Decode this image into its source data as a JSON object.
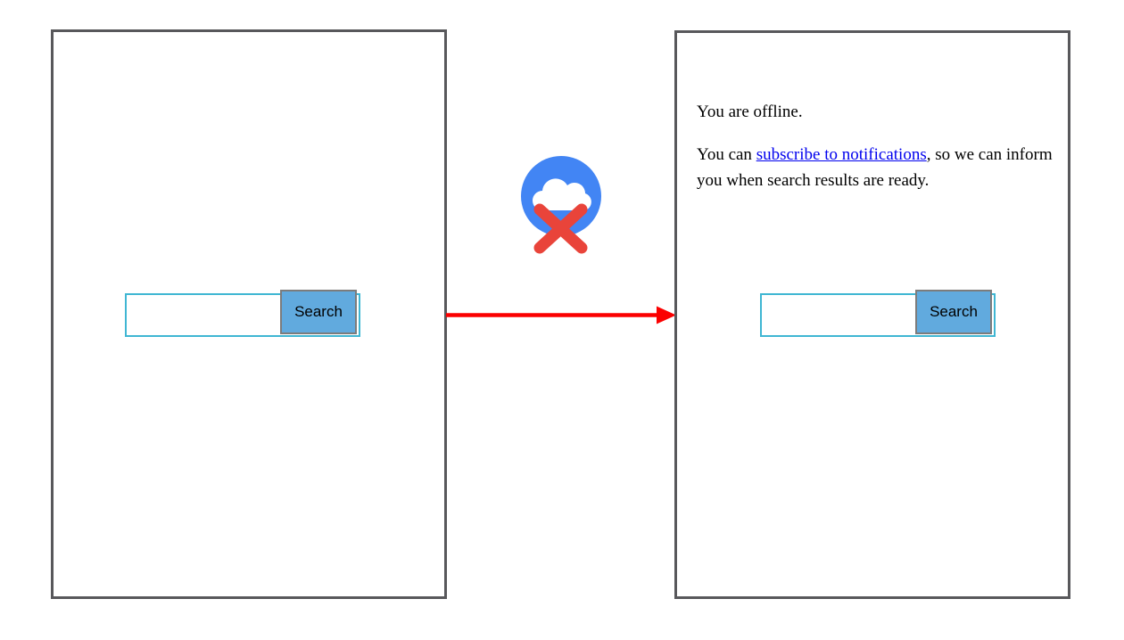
{
  "diagram": {
    "left_frame": {
      "search": {
        "input_value": "",
        "button_label": "Search"
      }
    },
    "right_frame": {
      "offline_message": "You are offline.",
      "subscribe_sentence": {
        "before_link": "You can ",
        "link_text": "subscribe to notifications",
        "after_link": ", so we can inform you when search results are ready."
      },
      "search": {
        "input_value": "",
        "button_label": "Search"
      }
    },
    "icons": {
      "offline": "offline-cloud-icon",
      "arrow": "flow-arrow-right-icon"
    },
    "colors": {
      "frame_border": "#58585b",
      "search_border": "#3fb6d3",
      "button_bg": "#61aade",
      "button_border": "#7c7c7c",
      "link": "#0000ee",
      "arrow": "#fb0000",
      "icon_circle": "#4285f4",
      "icon_cloud": "#ffffff",
      "icon_x": "#e9443a",
      "text": "#000000"
    }
  }
}
